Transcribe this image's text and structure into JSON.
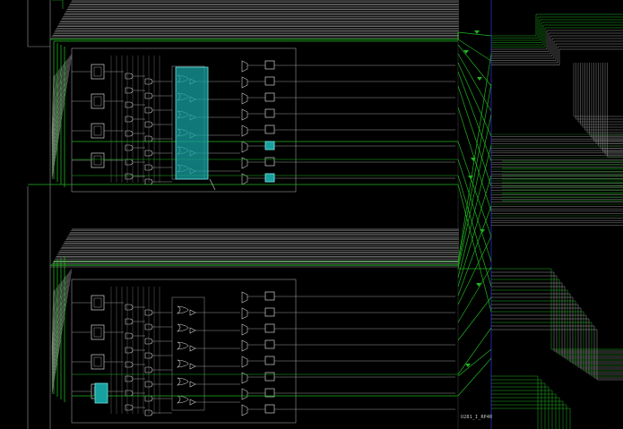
{
  "canvas": {
    "background": "#000000",
    "colors": {
      "net": "#9a9a9a",
      "net_bright": "#d8d8d8",
      "routed": "#1fb51f",
      "routed_dim": "#127a12",
      "selection_fill": "#17a0a0",
      "selection_stroke": "#6fe0e0",
      "boundary": "#2f2fd0",
      "cell": "#cfcfcf"
    }
  },
  "blocks": [
    {
      "id": "block-top",
      "bus_lines": 28,
      "highlight_cells": [
        5,
        7
      ]
    },
    {
      "id": "block-bottom",
      "bus_lines": 26,
      "highlight_cells": []
    }
  ],
  "right_routing": {
    "rail_groups": 3
  },
  "cell_label": "U281_I_RP4R"
}
